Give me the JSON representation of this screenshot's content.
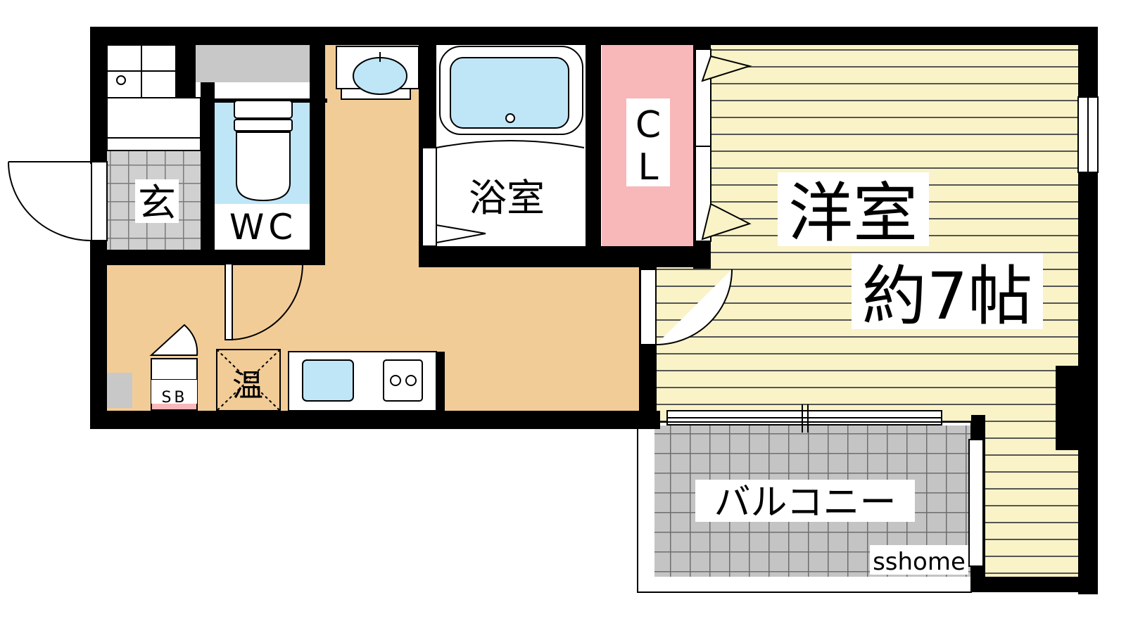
{
  "floorplan": {
    "rooms": {
      "western_room": {
        "label": "洋室",
        "size": "約7帖"
      },
      "bathroom": {
        "label": "浴室"
      },
      "toilet": {
        "label": "WC"
      },
      "closet": {
        "label_line1": "C",
        "label_line2": "L"
      },
      "entrance": {
        "label": "玄"
      },
      "balcony": {
        "label": "バルコニー"
      },
      "shoe_box": {
        "label": "SB"
      },
      "water_heater": {
        "label": "温"
      }
    },
    "watermark": "sshome",
    "colors": {
      "wall": "#000000",
      "floor_wood": "#F2CC97",
      "tatami_lines": "#F9F3C7",
      "closet": "#F8B7B9",
      "water_blue": "#BFE6F7",
      "tile_grid": "#7B7B7B",
      "gray": "#C8C8C8"
    }
  }
}
